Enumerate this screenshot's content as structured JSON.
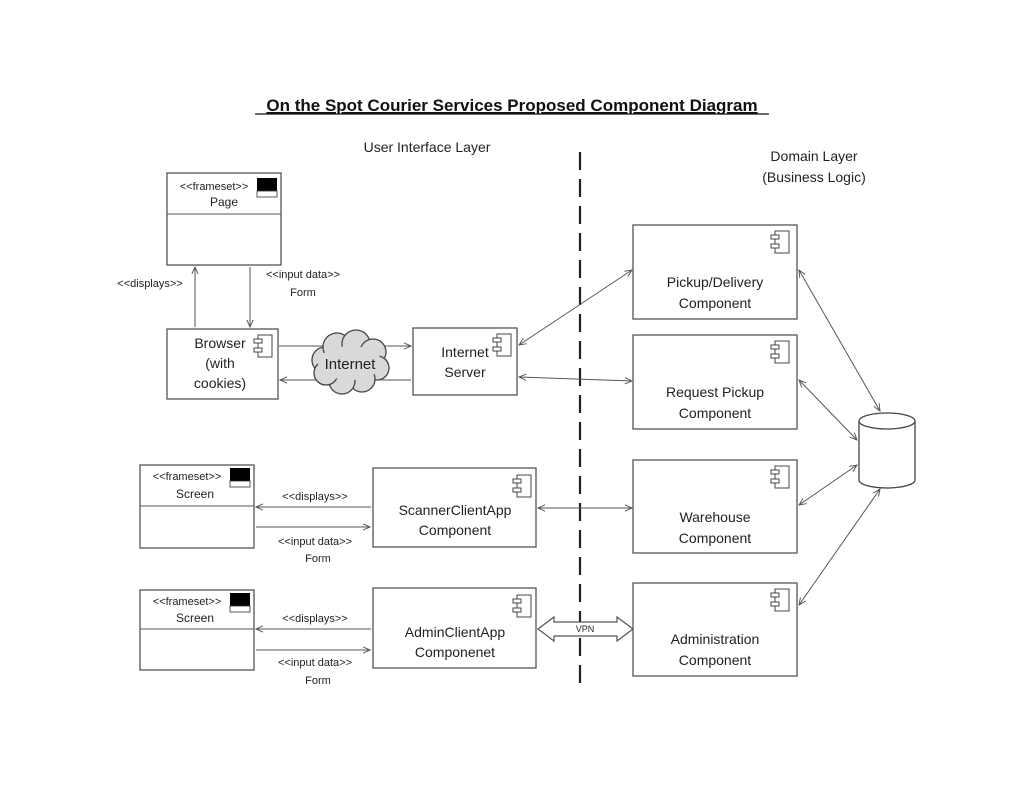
{
  "title": "On the Spot Courier Services Proposed Component Diagram",
  "layers": {
    "ui": "User Interface Layer",
    "domain_line1": "Domain Layer",
    "domain_line2": "(Business Logic)"
  },
  "frames": {
    "page": {
      "stereotype": "<<frameset>>",
      "name": "Page"
    },
    "scanner_screen": {
      "stereotype": "<<frameset>>",
      "name": "Screen"
    },
    "admin_screen": {
      "stereotype": "<<frameset>>",
      "name": "Screen"
    }
  },
  "labels": {
    "displays": "<<displays>>",
    "input_data": "<<input data>>",
    "form": "Form",
    "internet": "Internet",
    "vpn": "VPN"
  },
  "components": {
    "browser": [
      "Browser",
      "(with",
      "cookies)"
    ],
    "internet_server": [
      "Internet",
      "Server"
    ],
    "scanner_app": [
      "ScannerClientApp",
      "Component"
    ],
    "admin_app": [
      "AdminClientApp",
      "Componenet"
    ],
    "pickup_delivery": [
      "Pickup/Delivery",
      "Component"
    ],
    "request_pickup": [
      "Request Pickup",
      "Component"
    ],
    "warehouse": [
      "Warehouse",
      "Component"
    ],
    "administration": [
      "Administration",
      "Component"
    ]
  },
  "colors": {
    "line": "#555555",
    "cloud_fill": "#d9d9d9",
    "frame_icon": "#000000"
  }
}
